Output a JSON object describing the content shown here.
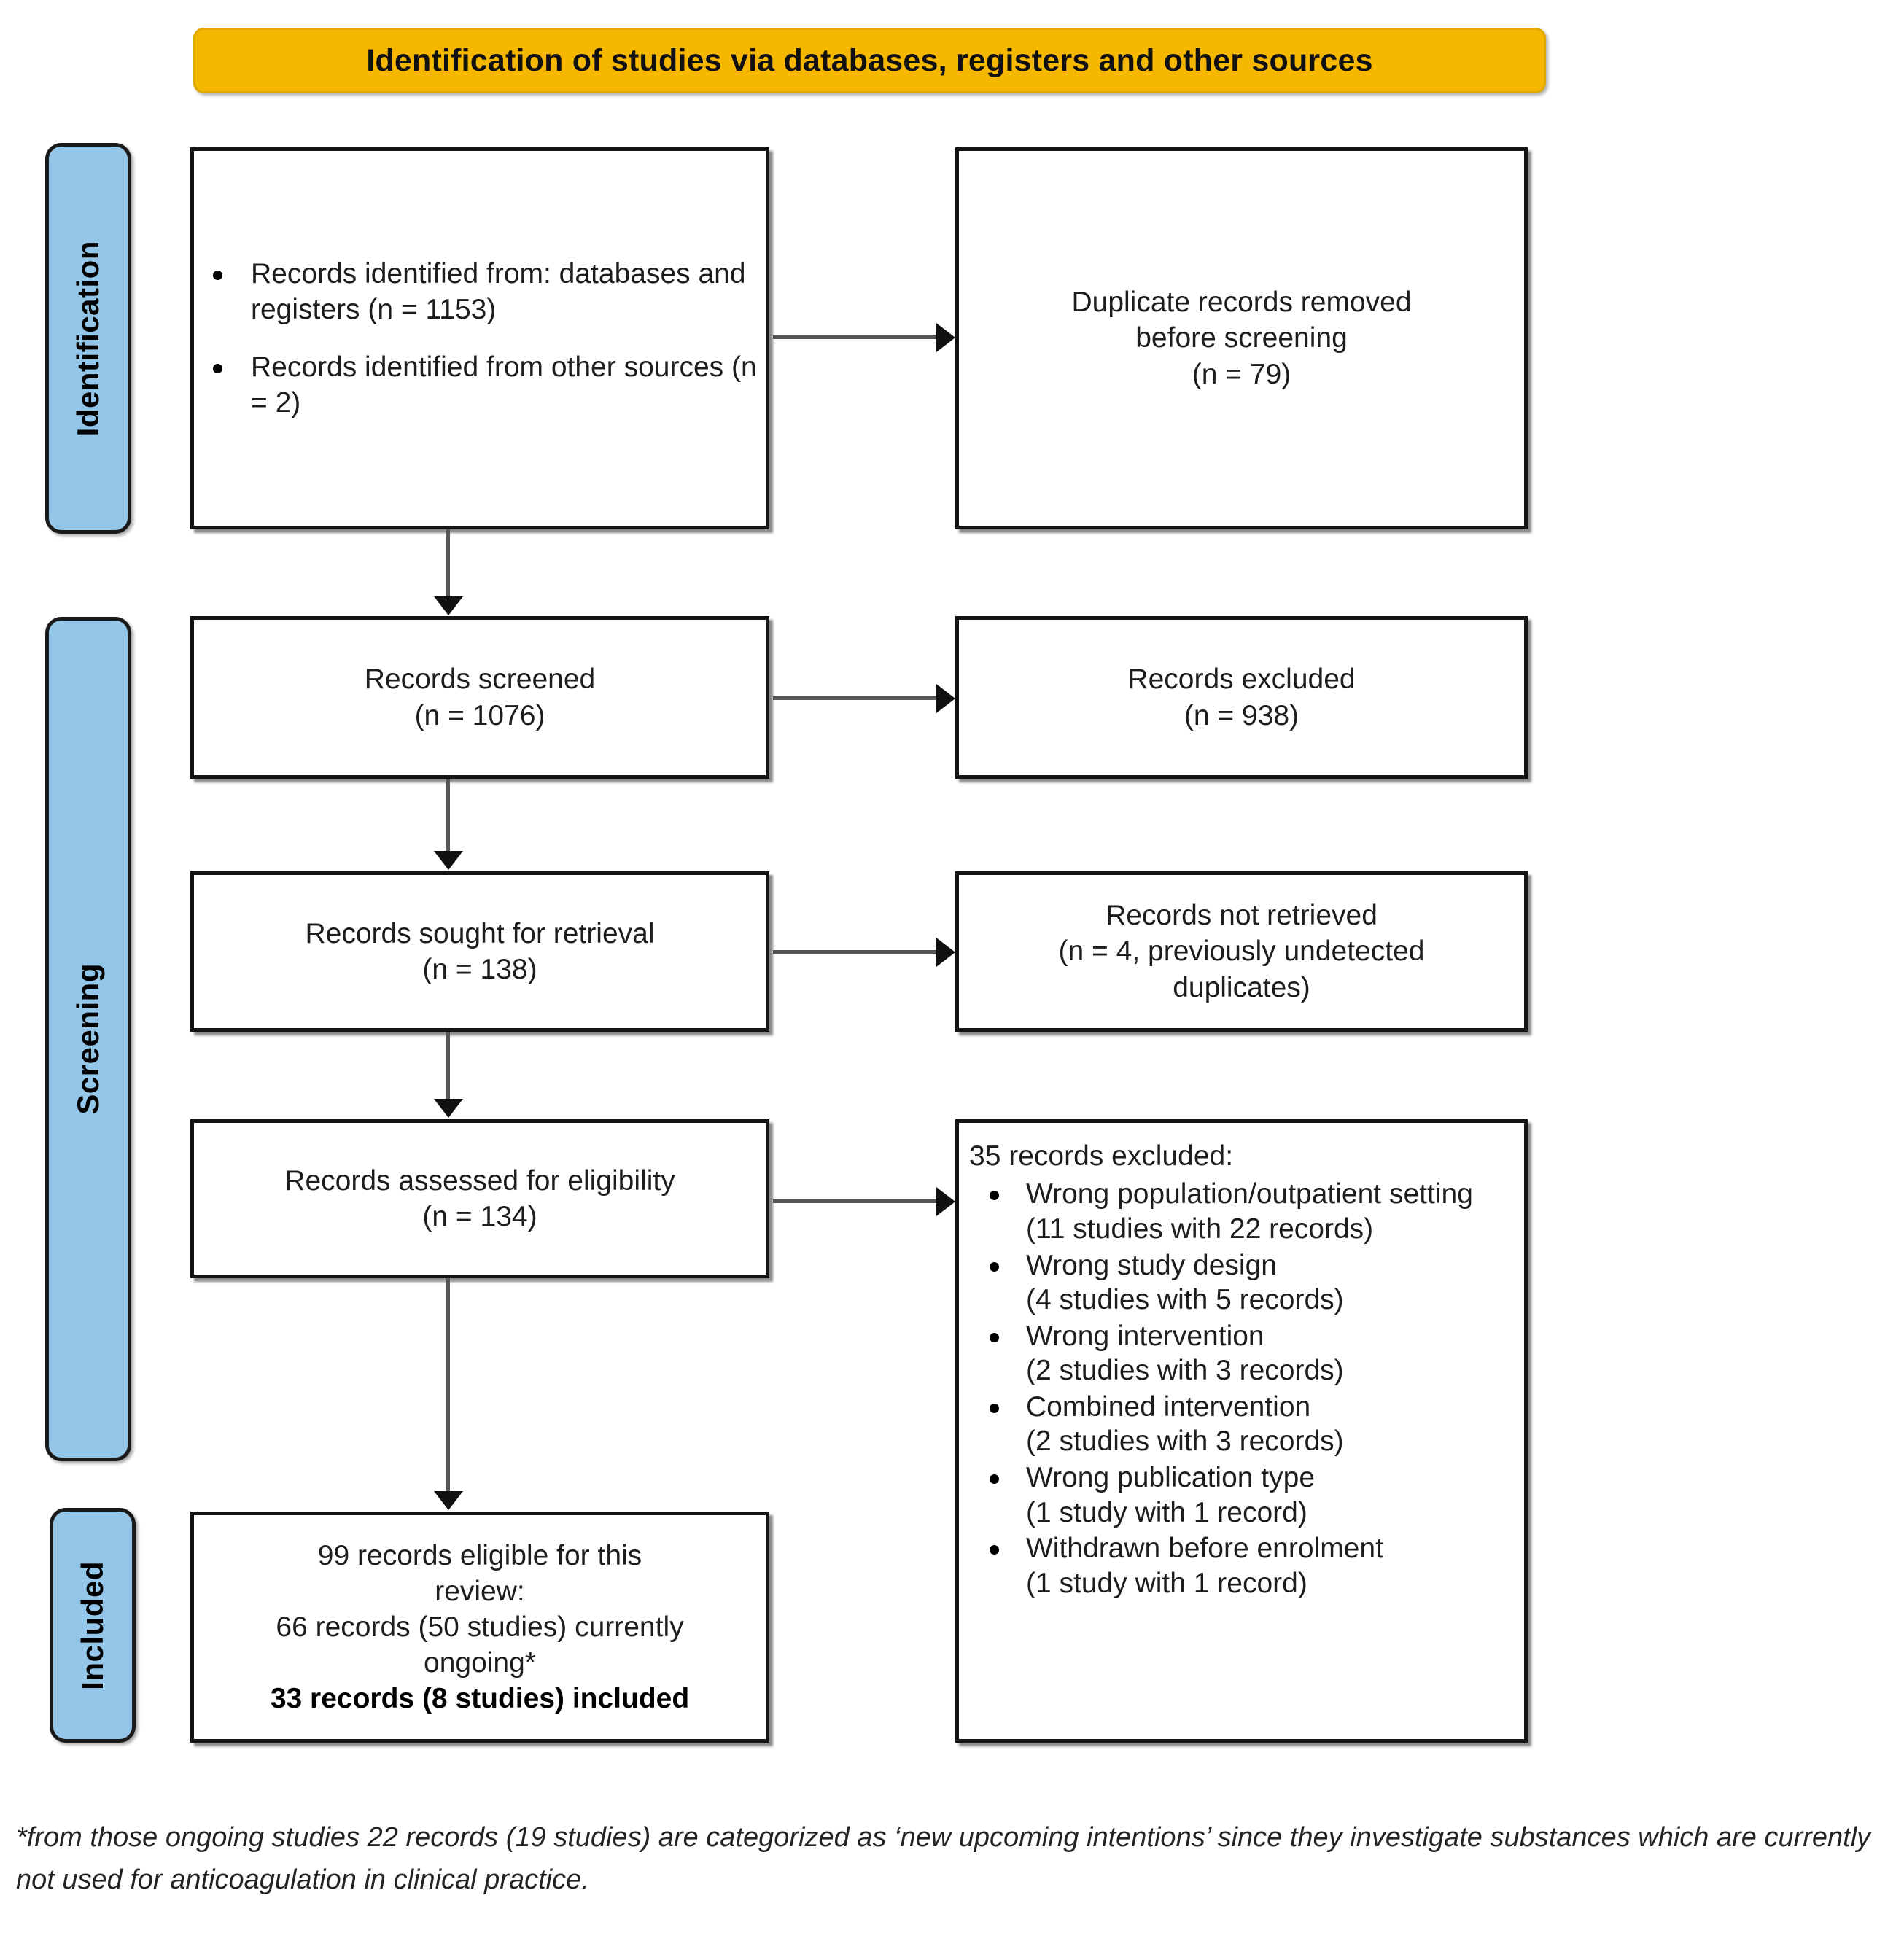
{
  "header": {
    "title": "Identification of studies via databases, registers and other sources",
    "accent_color": "#F5B700"
  },
  "stages": {
    "identification": "Identification",
    "screening": "Screening",
    "included": "Included",
    "tab_color": "#93C6E8"
  },
  "boxes": {
    "identified": {
      "bullets": [
        "Records identified from: databases and registers (n = 1153)",
        "Records identified from other sources (n = 2)"
      ]
    },
    "duplicates": {
      "line1": "Duplicate records removed",
      "line2": "before screening",
      "line3": "(n = 79)"
    },
    "screened": {
      "line1": "Records screened",
      "line2": "(n = 1076)"
    },
    "excluded": {
      "line1": "Records excluded",
      "line2": "(n = 938)"
    },
    "sought": {
      "line1": "Records sought for retrieval",
      "line2": "(n = 138)"
    },
    "not_retrieved": {
      "line1": "Records not retrieved",
      "line2": "(n = 4, previously undetected",
      "line3": "duplicates)"
    },
    "assessed": {
      "line1": "Records assessed for eligibility",
      "line2": "(n = 134)"
    },
    "excluded_detail": {
      "heading": "35 records excluded:",
      "reasons": [
        {
          "label": "Wrong population/outpatient setting",
          "count": "(11 studies with 22 records)"
        },
        {
          "label": "Wrong study design",
          "count": "(4 studies with 5 records)"
        },
        {
          "label": "Wrong intervention",
          "count": "(2 studies with 3 records)"
        },
        {
          "label": "Combined intervention",
          "count": "(2 studies with 3 records)"
        },
        {
          "label": "Wrong publication type",
          "count": "(1 study with 1 record)"
        },
        {
          "label": "Withdrawn before enrolment",
          "count": "(1 study with 1 record)"
        }
      ]
    },
    "included": {
      "line1": "99 records eligible for this",
      "line2": "review:",
      "line3": "66 records (50 studies) currently",
      "line4": "ongoing*",
      "line5": "33 records (8 studies) included"
    }
  },
  "footnote": {
    "text": "*from those ongoing studies 22 records (19 studies) are categorized as ‘new upcoming intentions’ since they investigate substances which are currently not used for anticoagulation in clinical practice."
  }
}
